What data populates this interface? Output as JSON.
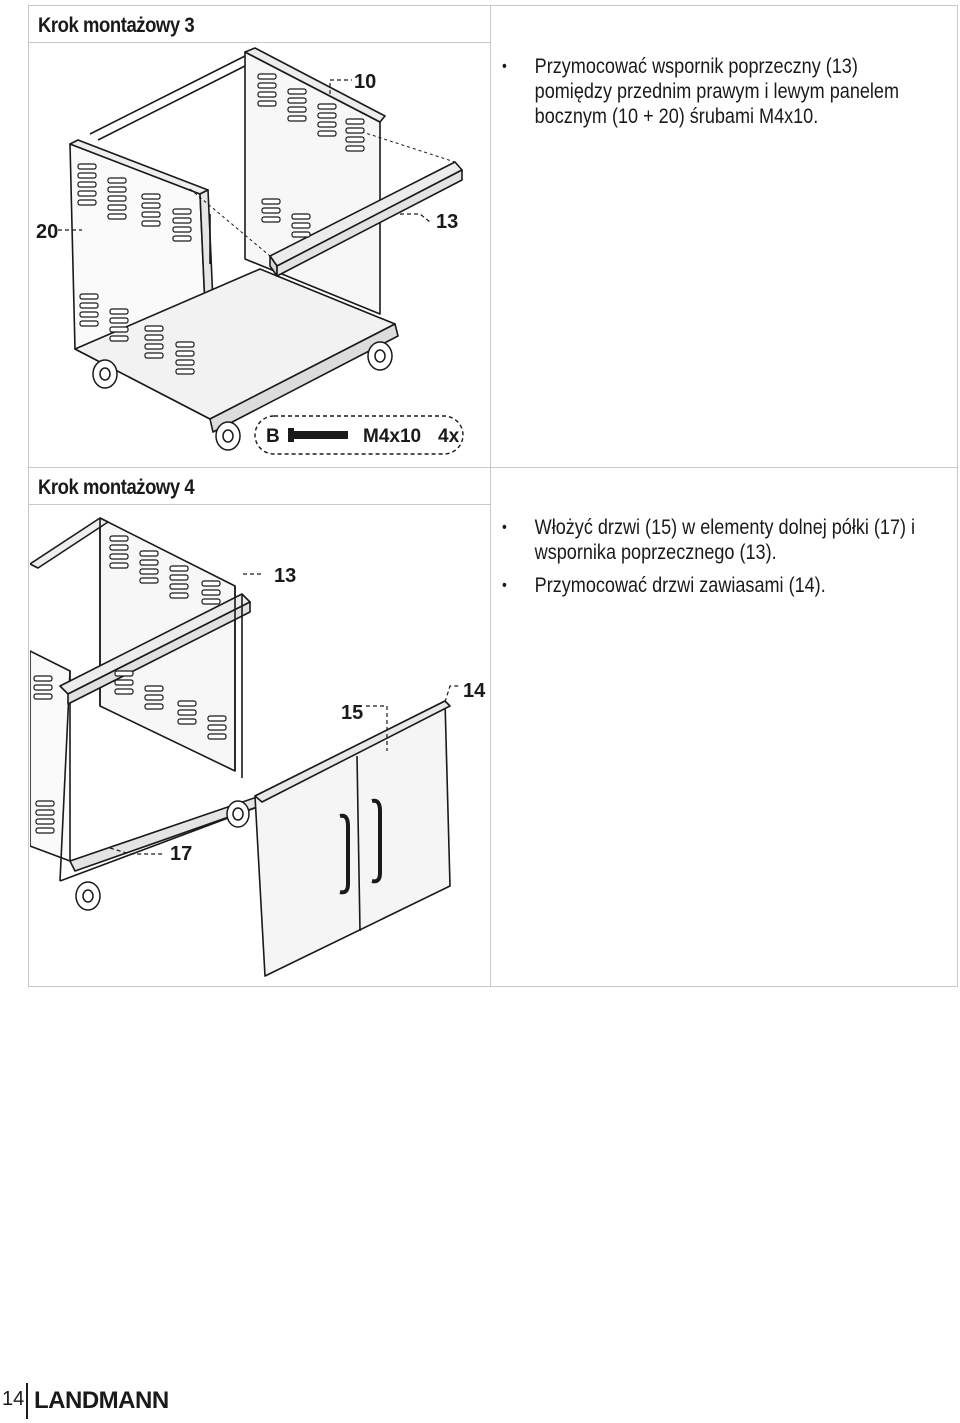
{
  "step3": {
    "title": "Krok montażowy 3",
    "instructions": [
      "Przymocować wspornik poprzeczny (13) pomiędzy przednim prawym i lewym panelem bocznym (10 + 20) śrubami M4x10."
    ],
    "labels": {
      "part_a": "10",
      "part_b": "20",
      "part_c": "13"
    },
    "screw": {
      "code": "B",
      "size": "M4x10",
      "qty": "4x"
    }
  },
  "step4": {
    "title": "Krok montażowy 4",
    "instructions": [
      "Włożyć drzwi (15) w elementy dolnej półki (17) i wspornika poprzecznego (13).",
      "Przymocować drzwi zawiasami (14)."
    ],
    "labels": {
      "part_a": "13",
      "part_b": "15",
      "part_c": "14",
      "part_d": "17"
    }
  },
  "footer": {
    "page_number": "14",
    "brand": "LANDMANN"
  }
}
